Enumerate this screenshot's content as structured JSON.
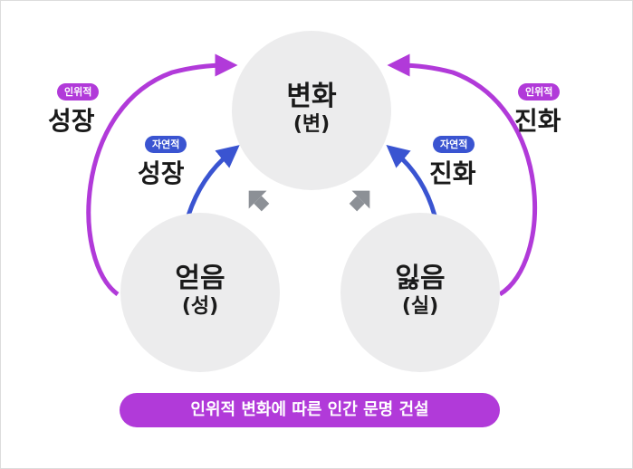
{
  "nodes": {
    "change": {
      "title": "변화",
      "sub": "(변)"
    },
    "gain": {
      "title": "얻음",
      "sub": "(성)"
    },
    "loss": {
      "title": "잃음",
      "sub": "(실)"
    }
  },
  "labels": {
    "outer_left": {
      "tag": "인위적",
      "text": "성장"
    },
    "inner_left": {
      "tag": "자연적",
      "text": "성장"
    },
    "inner_right": {
      "tag": "자연적",
      "text": "진화"
    },
    "outer_right": {
      "tag": "인위적",
      "text": "진화"
    }
  },
  "banner": "인위적 변화에 따른 인간 문명 건설",
  "colors": {
    "purple": "#b13ad9",
    "blue": "#3a54d1",
    "gray_arrow": "#8c9096",
    "circle_fill": "#ececed"
  }
}
